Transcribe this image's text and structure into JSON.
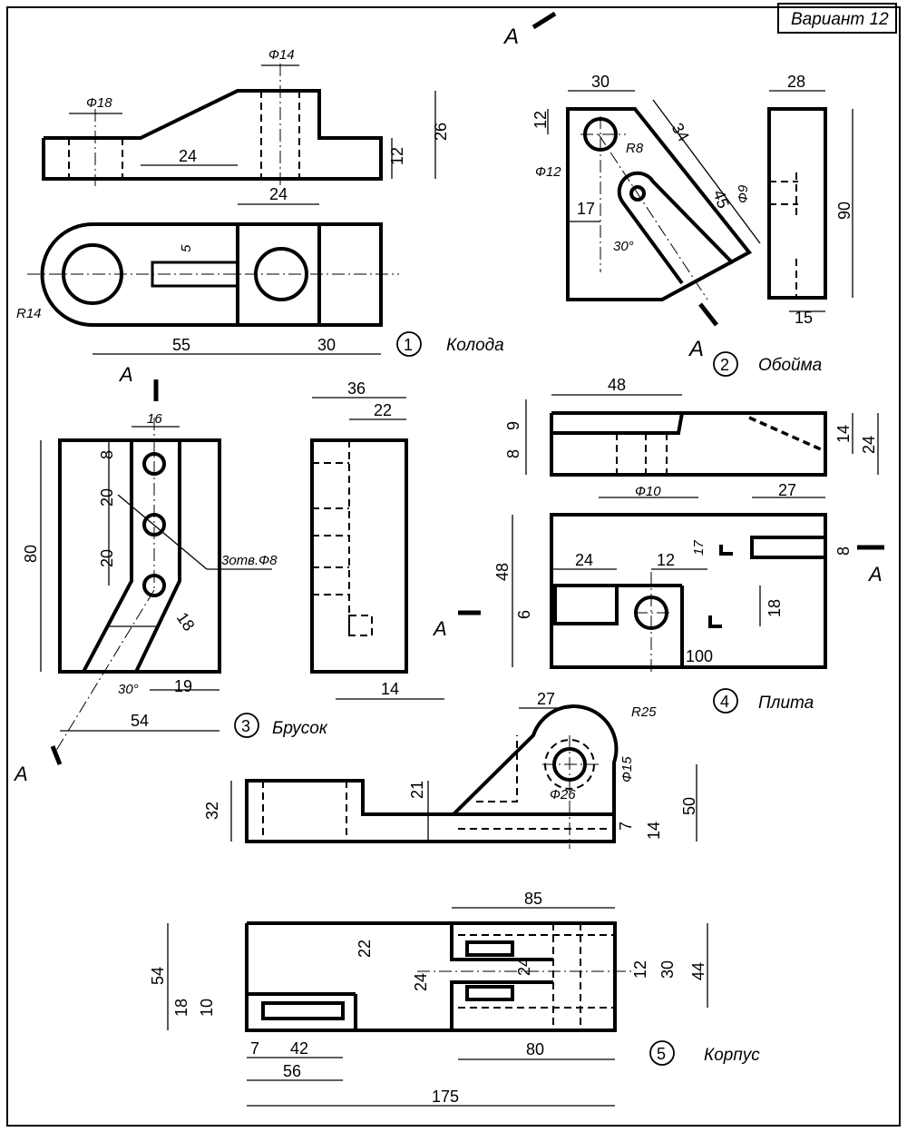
{
  "variant": "Вариант 12",
  "parts": [
    {
      "number": "1",
      "name": "Колода",
      "dims": [
        "Ф18",
        "Ф14",
        "24",
        "12",
        "26",
        "24",
        "5",
        "R14",
        "55",
        "30"
      ]
    },
    {
      "number": "2",
      "name": "Обойма",
      "dims": [
        "A",
        "30",
        "12",
        "Ф12",
        "R8",
        "34",
        "45",
        "17",
        "30°",
        "A",
        "28",
        "90",
        "Ф9",
        "15"
      ]
    },
    {
      "number": "3",
      "name": "Брусок",
      "dims": [
        "A",
        "16",
        "8",
        "20",
        "20",
        "80",
        "3отв.Ф8",
        "18",
        "30°",
        "19",
        "54",
        "A",
        "36",
        "22",
        "14"
      ]
    },
    {
      "number": "4",
      "name": "Плита",
      "dims": [
        "48",
        "9",
        "8",
        "14",
        "24",
        "Ф10",
        "27",
        "17",
        "8",
        "A",
        "48",
        "24",
        "12",
        "6",
        "18",
        "A",
        "100"
      ]
    },
    {
      "number": "5",
      "name": "Корпус",
      "dims": [
        "27",
        "R25",
        "Ф15",
        "21",
        "32",
        "Ф26",
        "50",
        "7",
        "14",
        "85",
        "22",
        "24",
        "24",
        "12",
        "30",
        "44",
        "54",
        "18",
        "10",
        "7",
        "42",
        "56",
        "80",
        "175"
      ]
    }
  ]
}
